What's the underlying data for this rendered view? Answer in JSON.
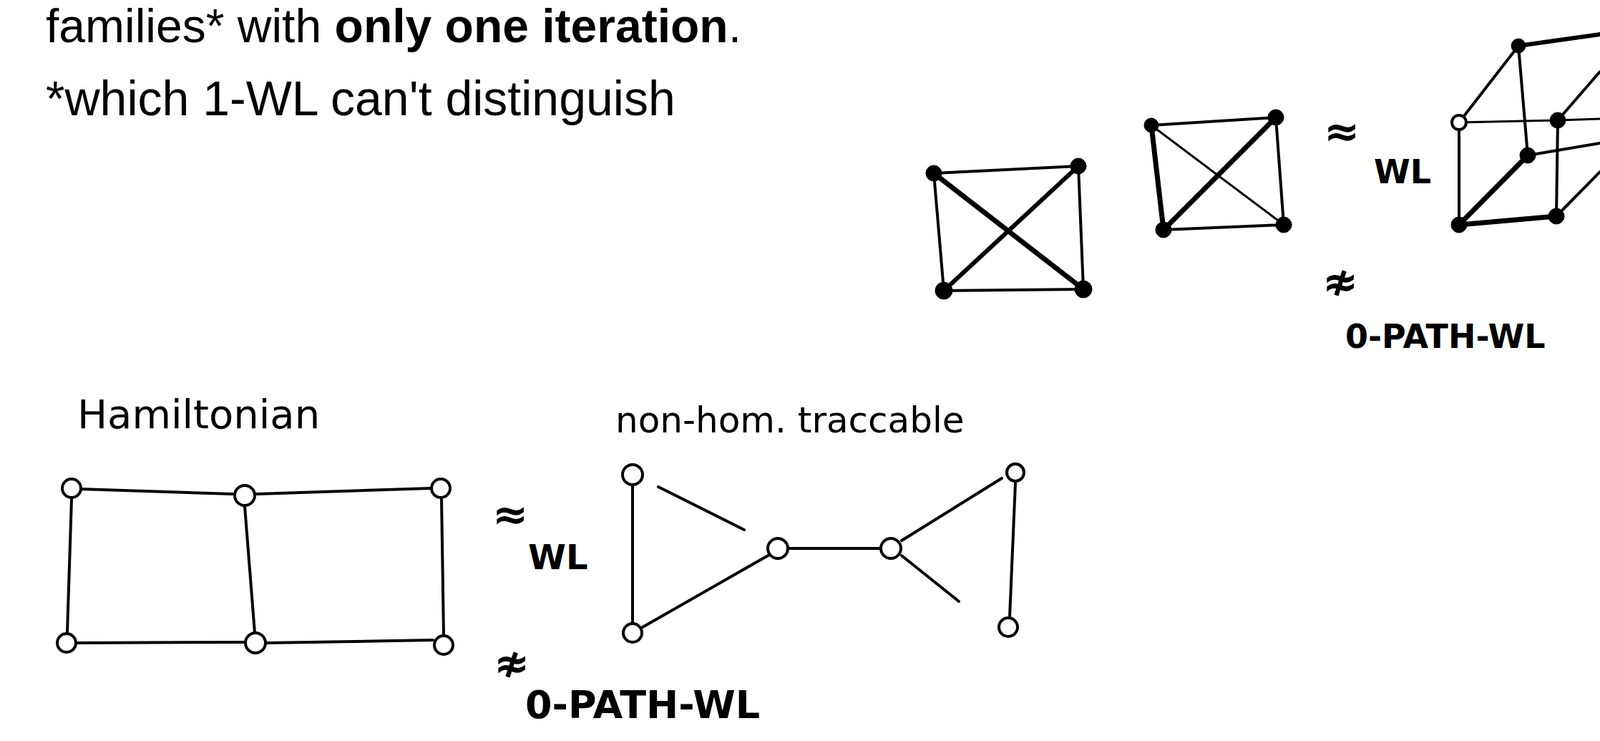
{
  "diagram": {
    "labels": [
      "families* with",
      "only one iteration",
      ".",
      "*which 1-WL can't distinguish",
      "≈",
      "WL",
      "≉",
      "0-PATH-WL",
      "Hamiltonian",
      "non-hom. traccable",
      "≈",
      "WL",
      "≉",
      "0-PATH-WL"
    ]
  }
}
